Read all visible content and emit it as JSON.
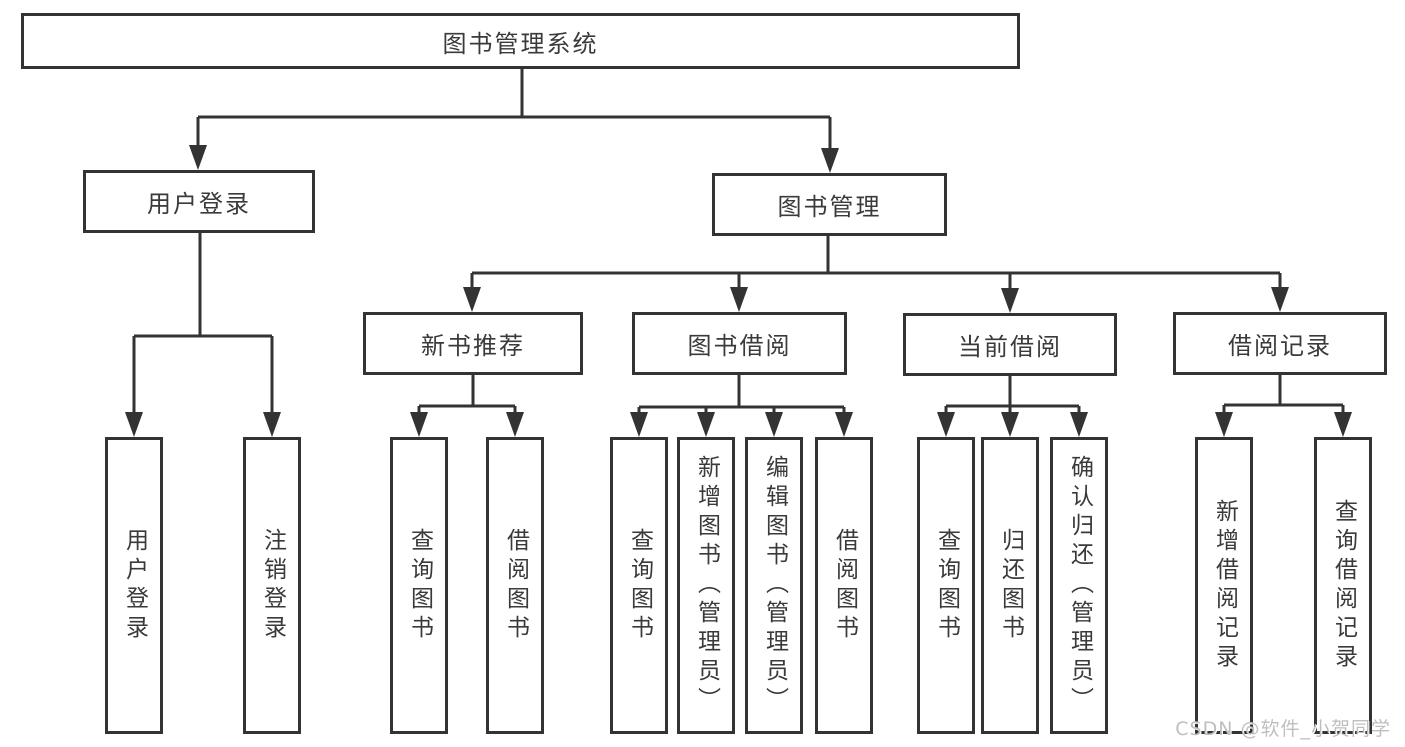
{
  "title": "图书管理系统",
  "branches": {
    "user_login": {
      "label": "用户登录",
      "children": [
        "用户登录",
        "注销登录"
      ]
    },
    "book_mgmt": {
      "label": "图书管理",
      "groups": {
        "new_book_rec": {
          "label": "新书推荐",
          "children": [
            "查询图书",
            "借阅图书"
          ]
        },
        "book_borrow": {
          "label": "图书借阅",
          "children": [
            "查询图书",
            "新增图书（管理员）",
            "编辑图书（管理员）",
            "借阅图书"
          ]
        },
        "current_borrow": {
          "label": "当前借阅",
          "children": [
            "查询图书",
            "归还图书",
            "确认归还（管理员）"
          ]
        },
        "borrow_records": {
          "label": "借阅记录",
          "children": [
            "新增借阅记录",
            "查询借阅记录"
          ]
        }
      }
    }
  },
  "watermark": "CSDN @软件_小贺同学",
  "colors": {
    "line": "#333333",
    "text": "#3a3a3a",
    "watermark": "#bfbfbf",
    "background": "#ffffff"
  }
}
